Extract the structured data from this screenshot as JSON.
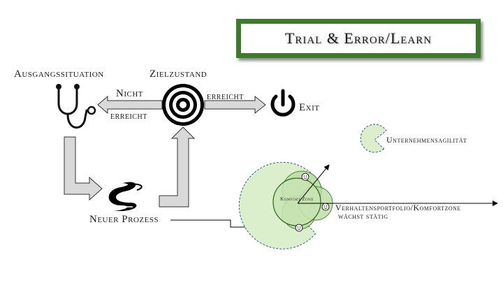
{
  "title": "Trial & Error/Learn",
  "nodes": {
    "start": "Ausgangssituation",
    "goal": "Zielzustand",
    "process": "Neuer Prozess",
    "exit": "Exit"
  },
  "edges": {
    "not_reached_top": "Nicht",
    "not_reached_bottom": "erreicht",
    "reached": "erreicht"
  },
  "comfort": {
    "zone_label": "Komfort Zone",
    "agility": "Unternehmensagilität",
    "portfolio": "Verhaltensportfolio/Komfortzone",
    "grows": "wächst stätig"
  },
  "colors": {
    "title_border": "#3f7a2c",
    "circle_fill": "#c9e4b4",
    "circle_stroke": "#4c8a3a",
    "dashed_stroke": "#3a5f8a",
    "arrow_fill": "#d9d9d9"
  },
  "icons": [
    "stethoscope-icon",
    "target-icon",
    "power-icon",
    "winding-road-icon",
    "smiley-icon"
  ]
}
